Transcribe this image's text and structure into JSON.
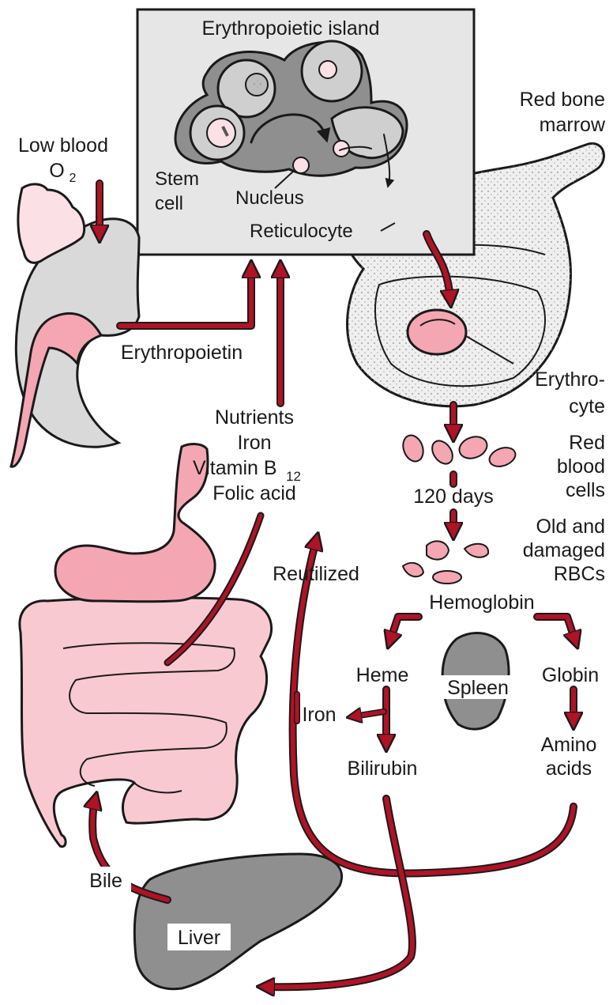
{
  "labels": {
    "island_title": "Erythropoietic island",
    "red_bone_marrow_1": "Red bone",
    "red_bone_marrow_2": "marrow",
    "low_blood_1": "Low blood",
    "low_blood_o": "O",
    "low_blood_sub": "2",
    "stem_cell_1": "Stem",
    "stem_cell_2": "cell",
    "nucleus": "Nucleus",
    "reticulocyte": "Reticulocyte",
    "erythropoietin": "Erythropoietin",
    "erythrocyte_1": "Erythro-",
    "erythrocyte_2": "cyte",
    "nutrients": "Nutrients",
    "iron_nutrient": "Iron",
    "vitamin_b": "Vitamin B",
    "vitamin_sub": "12",
    "folic_acid": "Folic acid",
    "rbc_1": "Red",
    "rbc_2": "blood",
    "rbc_3": "cells",
    "days": "120 days",
    "old_1": "Old and",
    "old_2": "damaged",
    "old_3": "RBCs",
    "reutilized": "Reutilized",
    "hemoglobin": "Hemoglobin",
    "heme": "Heme",
    "spleen": "Spleen",
    "globin": "Globin",
    "iron": "Iron",
    "bilirubin": "Bilirubin",
    "amino_1": "Amino",
    "amino_2": "acids",
    "bile": "Bile",
    "liver": "Liver"
  },
  "colors": {
    "arrow": "#b01226",
    "pink": "#f4a6b3",
    "light_pink": "#f9c9d2",
    "gray": "#9e9e9e",
    "dark_gray": "#777777",
    "light_gray": "#d9d9d9",
    "bone": "#efefef"
  }
}
